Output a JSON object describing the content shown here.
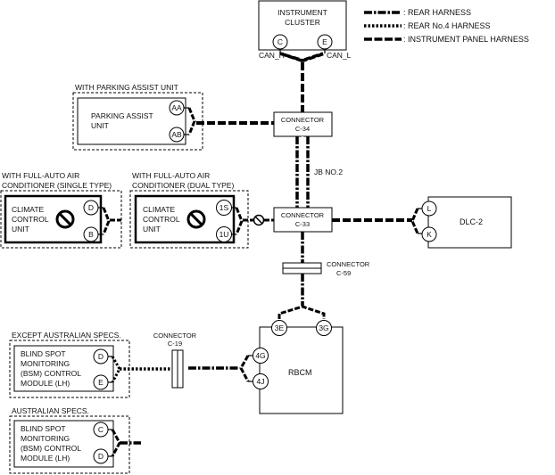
{
  "legend": {
    "rear": ": REAR HARNESS",
    "rear4": ": REAR No.4 HARNESS",
    "ip": ": INSTRUMENT PANEL HARNESS"
  },
  "instrument_cluster": {
    "line1": "INSTRUMENT",
    "line2": "CLUSTER",
    "pin_c": "C",
    "pin_e": "E",
    "can_h": "CAN_H",
    "can_l": "CAN_L"
  },
  "parking": {
    "header": "WITH PARKING ASSIST UNIT",
    "line1": "PARKING ASSIST",
    "line2": "UNIT",
    "pin1": "AA",
    "pin2": "AB"
  },
  "c34": {
    "line1": "CONNECTOR",
    "line2": "C-34"
  },
  "jb": "JB NO.2",
  "climate_single": {
    "header1": "WITH FULL-AUTO AIR",
    "header2": "CONDITIONER (SINGLE TYPE)",
    "line1": "CLIMATE",
    "line2": "CONTROL",
    "line3": "UNIT",
    "pin1": "D",
    "pin2": "B"
  },
  "climate_dual": {
    "header1": "WITH FULL-AUTO AIR",
    "header2": "CONDITIONER (DUAL TYPE)",
    "line1": "CLIMATE",
    "line2": "CONTROL",
    "line3": "UNIT",
    "pin1": "1S",
    "pin2": "1U"
  },
  "c33": {
    "line1": "CONNECTOR",
    "line2": "C-33"
  },
  "dlc": {
    "label": "DLC-2",
    "pin1": "L",
    "pin2": "K"
  },
  "c59": {
    "line1": "CONNECTOR",
    "line2": "C-59"
  },
  "rbcm": {
    "label": "RBCM",
    "pin3e": "3E",
    "pin3g": "3G",
    "pin4g": "4G",
    "pin4j": "4J"
  },
  "c19": {
    "line1": "CONNECTOR",
    "line2": "C-19"
  },
  "bsm_except": {
    "header": "EXCEPT AUSTRALIAN SPECS.",
    "line1": "BLIND SPOT",
    "line2": "MONITORING",
    "line3": "(BSM) CONTROL",
    "line4": "MODULE (LH)",
    "pin1": "D",
    "pin2": "E"
  },
  "bsm_aus": {
    "header": "AUSTRALIAN SPECS.",
    "line1": "BLIND SPOT",
    "line2": "MONITORING",
    "line3": "(BSM) CONTROL",
    "line4": "MODULE (LH)",
    "pin1": "C",
    "pin2": "D"
  }
}
